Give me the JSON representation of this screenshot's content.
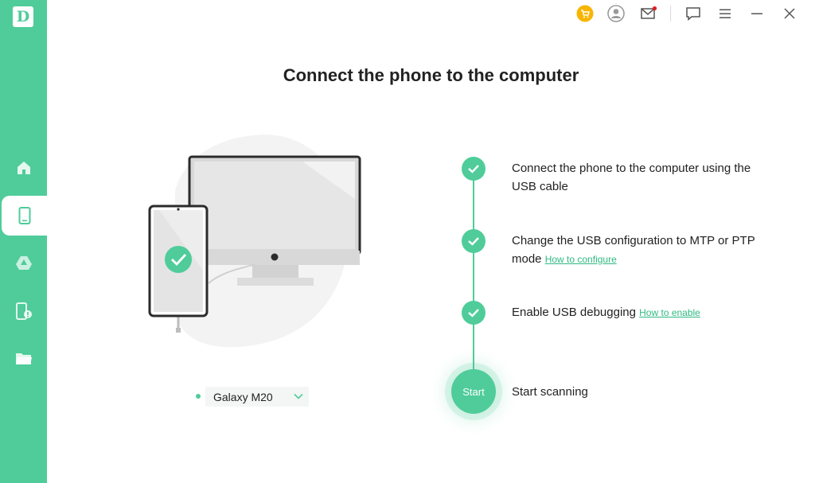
{
  "app": {
    "logo_letter": "D"
  },
  "colors": {
    "accent": "#4fcc9a",
    "link": "#2fba82"
  },
  "sidebar": {
    "items": [
      {
        "name": "home",
        "icon": "home-icon",
        "active": false
      },
      {
        "name": "phone",
        "icon": "phone-icon",
        "active": true
      },
      {
        "name": "google-drive",
        "icon": "drive-icon",
        "active": false
      },
      {
        "name": "broken-phone",
        "icon": "broken-phone-icon",
        "active": false
      },
      {
        "name": "files",
        "icon": "folder-icon",
        "active": false
      }
    ]
  },
  "titlebar": {
    "icons": [
      "cart-icon",
      "account-icon",
      "mail-icon",
      "feedback-icon",
      "menu-icon",
      "minimize-icon",
      "close-icon"
    ]
  },
  "main": {
    "title": "Connect the phone to the computer",
    "device_select": {
      "value": "Galaxy M20"
    },
    "steps": [
      {
        "text": "Connect the phone to the computer using the USB cable",
        "link": ""
      },
      {
        "text": "Change the USB configuration to MTP or PTP mode",
        "link": "How to configure"
      },
      {
        "text": "Enable USB debugging",
        "link": "How to enable"
      },
      {
        "text": "Start scanning",
        "link": ""
      }
    ],
    "start_button": "Start"
  }
}
